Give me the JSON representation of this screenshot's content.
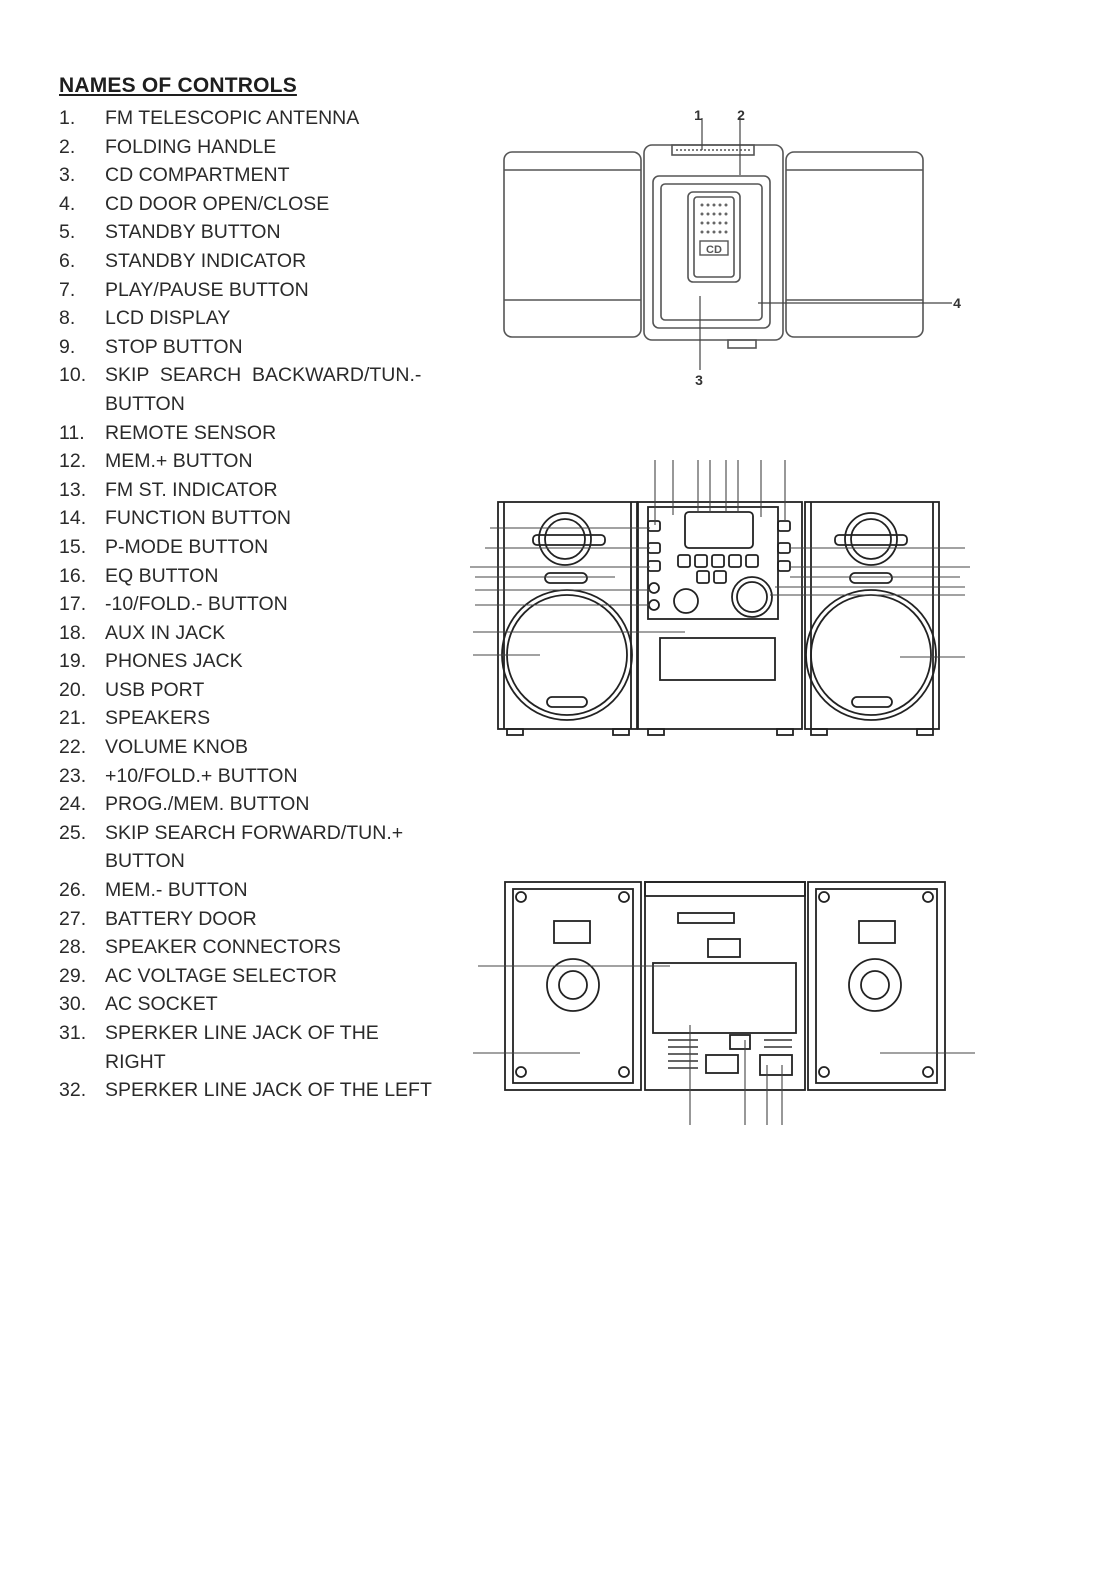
{
  "heading": "NAMES OF CONTROLS",
  "controls": [
    {
      "num": "1.",
      "text": "FM TELESCOPIC ANTENNA"
    },
    {
      "num": "2.",
      "text": "FOLDING HANDLE"
    },
    {
      "num": "3.",
      "text": "CD COMPARTMENT"
    },
    {
      "num": "4.",
      "text": "CD DOOR OPEN/CLOSE"
    },
    {
      "num": "5.",
      "text": "STANDBY BUTTON"
    },
    {
      "num": "6.",
      "text": "STANDBY INDICATOR"
    },
    {
      "num": "7.",
      "text": "PLAY/PAUSE BUTTON"
    },
    {
      "num": "8.",
      "text": "LCD DISPLAY"
    },
    {
      "num": "9.",
      "text": "STOP BUTTON"
    },
    {
      "num": "10.",
      "text": "SKIP  SEARCH  BACKWARD/TUN.- BUTTON"
    },
    {
      "num": "11.",
      "text": "REMOTE SENSOR"
    },
    {
      "num": "12.",
      "text": "MEM.+ BUTTON"
    },
    {
      "num": "13.",
      "text": "FM ST. INDICATOR"
    },
    {
      "num": "14.",
      "text": "FUNCTION BUTTON"
    },
    {
      "num": "15.",
      "text": "P-MODE BUTTON"
    },
    {
      "num": "16.",
      "text": "EQ BUTTON"
    },
    {
      "num": "17.",
      "text": "-10/FOLD.- BUTTON"
    },
    {
      "num": "18.",
      "text": "AUX IN JACK"
    },
    {
      "num": "19.",
      "text": "PHONES JACK"
    },
    {
      "num": "20.",
      "text": "USB PORT"
    },
    {
      "num": "21.",
      "text": "SPEAKERS"
    },
    {
      "num": "22.",
      "text": "VOLUME KNOB"
    },
    {
      "num": "23.",
      "text": "+10/FOLD.+ BUTTON"
    },
    {
      "num": "24.",
      "text": "PROG./MEM. BUTTON"
    },
    {
      "num": "25.",
      "text": "SKIP SEARCH FORWARD/TUN.+ BUTTON"
    },
    {
      "num": "26.",
      "text": "MEM.- BUTTON"
    },
    {
      "num": "27.",
      "text": "BATTERY DOOR"
    },
    {
      "num": "28.",
      "text": "SPEAKER CONNECTORS"
    },
    {
      "num": "29.",
      "text": "AC VOLTAGE SELECTOR"
    },
    {
      "num": "30.",
      "text": "AC SOCKET"
    },
    {
      "num": "31.",
      "text": "SPERKER LINE JACK OF THE RIGHT"
    },
    {
      "num": "32.",
      "text": "SPERKER LINE JACK OF THE LEFT"
    }
  ],
  "top_view": {
    "callouts": [
      "1",
      "2",
      "3",
      "4"
    ],
    "badge": "CD"
  }
}
